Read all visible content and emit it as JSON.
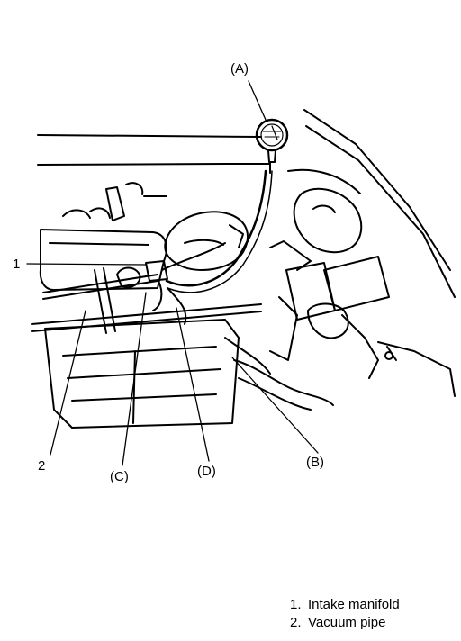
{
  "callouts": {
    "gauge": "(A)",
    "hose_end": "(B)",
    "tee": "(C)",
    "hose": "(D)",
    "intake_manifold": "1",
    "vacuum_pipe": "2"
  },
  "legend": [
    {
      "number": "1.",
      "text": "Intake manifold"
    },
    {
      "number": "2.",
      "text": "Vacuum pipe"
    }
  ]
}
